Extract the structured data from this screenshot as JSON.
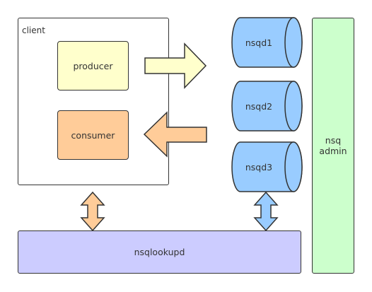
{
  "client": {
    "label": "client"
  },
  "producer": {
    "label": "producer"
  },
  "consumer": {
    "label": "consumer"
  },
  "nsqd": [
    {
      "label": "nsqd1"
    },
    {
      "label": "nsqd2"
    },
    {
      "label": "nsqd3"
    }
  ],
  "admin": {
    "line1": "nsq",
    "line2": "admin"
  },
  "lookupd": {
    "label": "nsqlookupd"
  },
  "colors": {
    "producer": "#ffffcc",
    "consumer": "#ffcc99",
    "nsqd": "#99ccff",
    "admin": "#ccffcc",
    "lookupd": "#ccccff",
    "client_arrow": "#ffcc99",
    "nsqd_arrow": "#99ccff"
  }
}
